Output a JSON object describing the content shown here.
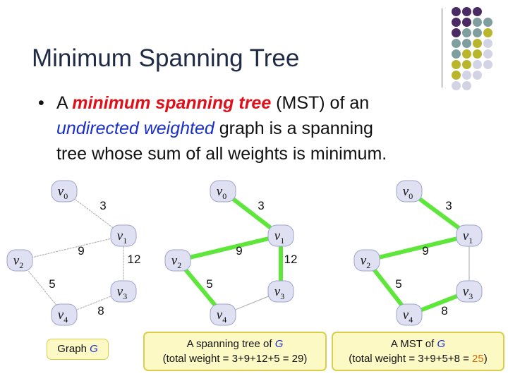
{
  "title": "Minimum Spanning Tree",
  "bullet": {
    "marker": "•",
    "line1_a": "A ",
    "line1_red": "minimum spanning tree",
    "line1_b": " (MST) of an",
    "line2_blue": "undirected weighted",
    "line2_b": " graph is a spanning",
    "line3": "tree whose sum of all weights is minimum."
  },
  "node_letter": "v",
  "nodes": [
    {
      "id": "v0",
      "sub": "0"
    },
    {
      "id": "v1",
      "sub": "1"
    },
    {
      "id": "v2",
      "sub": "2"
    },
    {
      "id": "v3",
      "sub": "3"
    },
    {
      "id": "v4",
      "sub": "4"
    }
  ],
  "edges": [
    {
      "from": "v0",
      "to": "v1",
      "weight": "3"
    },
    {
      "from": "v1",
      "to": "v2",
      "weight": "9"
    },
    {
      "from": "v1",
      "to": "v3",
      "weight": "12"
    },
    {
      "from": "v2",
      "to": "v4",
      "weight": "5"
    },
    {
      "from": "v3",
      "to": "v4",
      "weight": "8"
    }
  ],
  "graphs": [
    {
      "key": "g",
      "highlighted": []
    },
    {
      "key": "st",
      "highlighted": [
        "v0-v1",
        "v1-v2",
        "v1-v3",
        "v2-v4"
      ]
    },
    {
      "key": "mst",
      "highlighted": [
        "v0-v1",
        "v1-v2",
        "v2-v4",
        "v3-v4"
      ]
    }
  ],
  "captions": {
    "graph_g": {
      "text": "Graph ",
      "var": "G"
    },
    "spanning_tree": {
      "line1_a": "A spanning tree of ",
      "line1_var": "G",
      "line2": "(total weight = 3+9+12+5 = 29)"
    },
    "mst": {
      "line1_a": "A MST of ",
      "line1_var": "G",
      "line2_a": "(total weight = 3+9+5+8 = ",
      "line2_total": "25",
      "line2_b": ")"
    }
  },
  "colors": {
    "highlight": "#5ee63a",
    "thin_edge": "#b5b5b5",
    "node_fill": "#dfe0f2",
    "node_stroke": "#9fa3cf",
    "dot_purple": "#4a2a63",
    "dot_teal": "#7f9ea0",
    "dot_olive": "#b9b52c",
    "dot_lilac": "#d3d3e6"
  }
}
